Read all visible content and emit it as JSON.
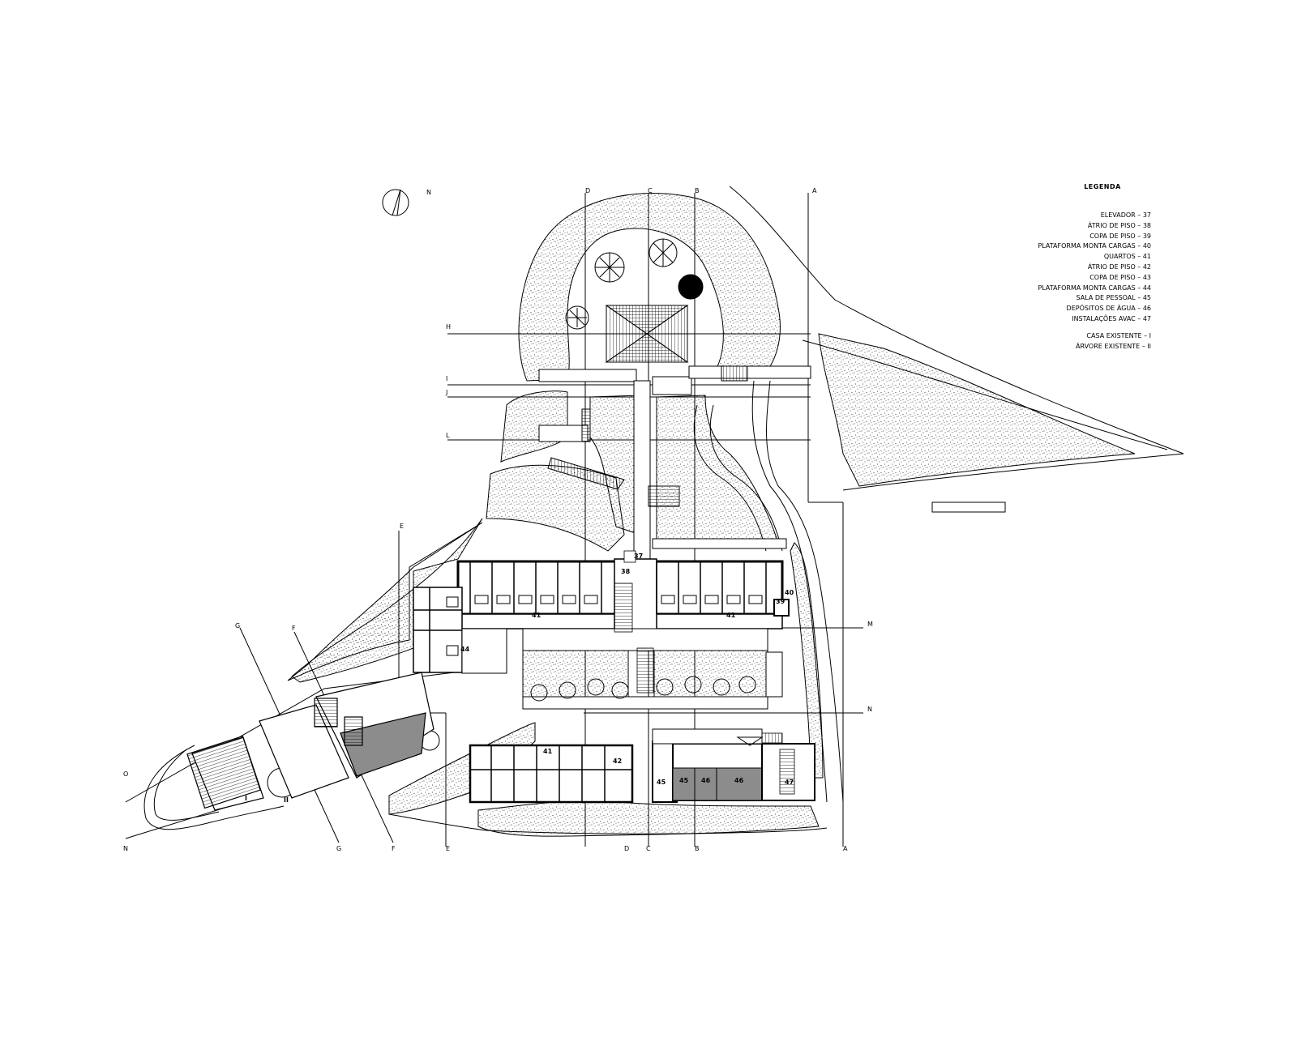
{
  "north_label": "N",
  "legend": {
    "title": "LEGENDA",
    "items": [
      "ELEVADOR – 37",
      "ÁTRIO DE PISO – 38",
      "COPA DE PISO – 39",
      "PLATAFORMA MONTA CARGAS – 40",
      "QUARTOS – 41",
      "ÁTRIO DE PISO – 42",
      "COPA DE PISO – 43",
      "PLATAFORMA MONTA CARGAS – 44",
      "SALA DE PESSOAL – 45",
      "DEPÓSITOS DE ÁGUA – 46",
      "INSTALAÇÕES AVAC – 47"
    ],
    "extra": [
      "CASA EXISTENTE – I",
      "ÁRVORE EXISTENTE – II"
    ]
  },
  "section_labels": {
    "top": [
      "D",
      "C",
      "B",
      "A"
    ],
    "bottom": [
      "G",
      "F",
      "E",
      "D",
      "C",
      "B",
      "A"
    ],
    "left": [
      "H",
      "I",
      "J",
      "L"
    ],
    "right": [
      "M",
      "N"
    ],
    "diagonal": [
      "G",
      "F",
      "O",
      "N",
      "E"
    ]
  },
  "room_numbers": {
    "r37": "37",
    "r38": "38",
    "r39": "39",
    "r40": "40",
    "r41a": "41",
    "r41b": "41",
    "r41c": "41",
    "r42": "42",
    "r44": "44",
    "r45a": "45",
    "r45b": "45",
    "r46a": "46",
    "r46b": "46",
    "r47": "47",
    "casa": "I",
    "arvore": "II"
  },
  "colors": {
    "line": "#000000",
    "fill_dark": "#8c8c8c",
    "background": "#ffffff"
  }
}
